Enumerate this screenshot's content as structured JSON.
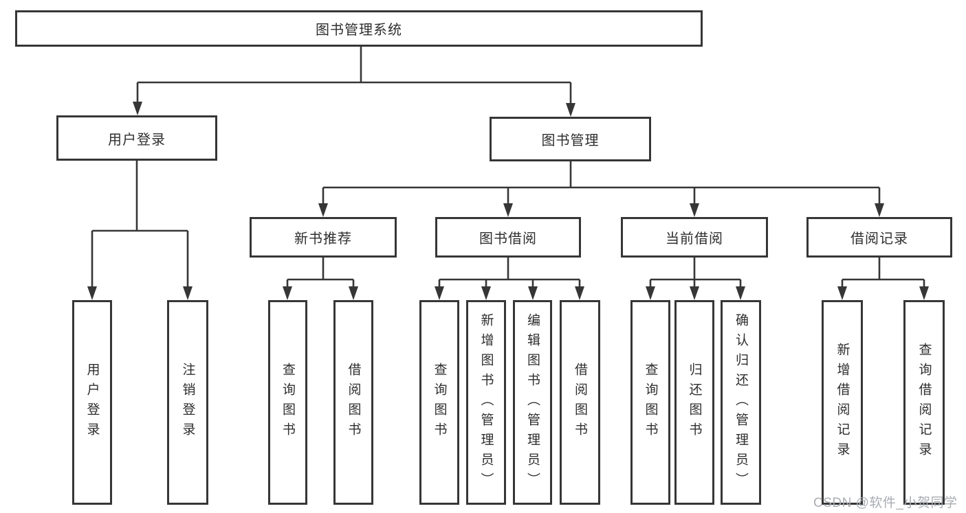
{
  "diagram": {
    "title_node": {
      "label": "图书管理系统"
    },
    "level2": [
      {
        "label": "用户登录"
      },
      {
        "label": "图书管理"
      }
    ],
    "level3": [
      {
        "label": "新书推荐"
      },
      {
        "label": "图书借阅"
      },
      {
        "label": "当前借阅"
      },
      {
        "label": "借阅记录"
      }
    ],
    "leaves": [
      {
        "label": "用户登录"
      },
      {
        "label": "注销登录"
      },
      {
        "label": "查询图书"
      },
      {
        "label": "借阅图书"
      },
      {
        "label": "查询图书"
      },
      {
        "label": "新增图书（管理员）"
      },
      {
        "label": "编辑图书（管理员）"
      },
      {
        "label": "借阅图书"
      },
      {
        "label": "查询图书"
      },
      {
        "label": "归还图书"
      },
      {
        "label": "确认归还（管理员）"
      },
      {
        "label": "新增借阅记录"
      },
      {
        "label": "查询借阅记录"
      }
    ]
  },
  "watermark": {
    "text": "CSDN @软件_小贺同学"
  },
  "colors": {
    "line": "#363636",
    "text": "#2e2e2e",
    "background": "#ffffff",
    "watermark": "#a9adb2"
  }
}
